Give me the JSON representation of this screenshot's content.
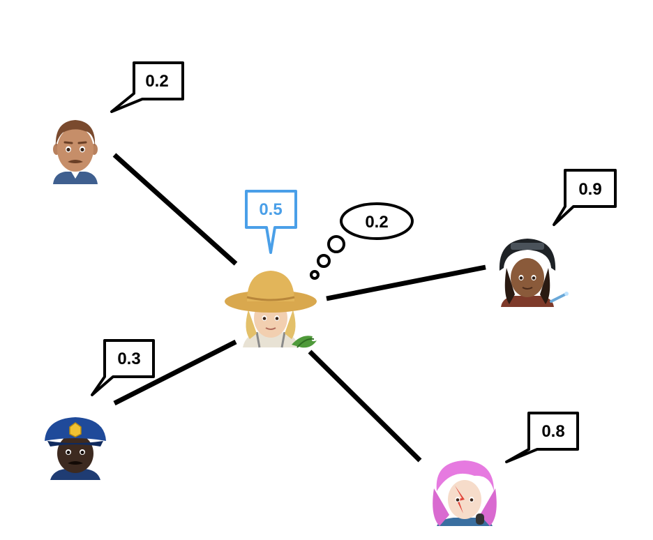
{
  "colors": {
    "line": "#000000",
    "highlight": "#4a9fe8",
    "bubble_fill": "#ffffff"
  },
  "center_person": {
    "icon": "farmer-icon",
    "said_value": "0.5",
    "thought_value": "0.2"
  },
  "neighbors": [
    {
      "id": "man",
      "icon": "man-icon",
      "value": "0.2"
    },
    {
      "id": "welder",
      "icon": "welder-icon",
      "value": "0.9"
    },
    {
      "id": "police",
      "icon": "police-officer-icon",
      "value": "0.3"
    },
    {
      "id": "singer",
      "icon": "singer-icon",
      "value": "0.8"
    }
  ]
}
